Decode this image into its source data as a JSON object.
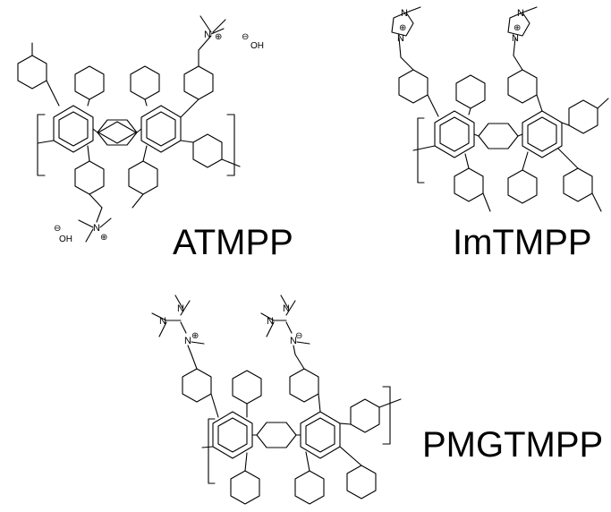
{
  "structures": [
    {
      "label": "ATMPP",
      "atom_labels": {
        "nitrogen": "N",
        "charge": "⊕",
        "counter_ion": "OH",
        "counter_charge": "⊖"
      }
    },
    {
      "label": "ImTMPP",
      "atom_labels": {
        "nitrogen": "N",
        "charge": "⊕"
      }
    },
    {
      "label": "PMGTMPP",
      "atom_labels": {
        "nitrogen": "N",
        "positive": "⊕",
        "negative": "⊖"
      }
    }
  ],
  "colors": {
    "ink": "#000000",
    "background": "#ffffff"
  }
}
